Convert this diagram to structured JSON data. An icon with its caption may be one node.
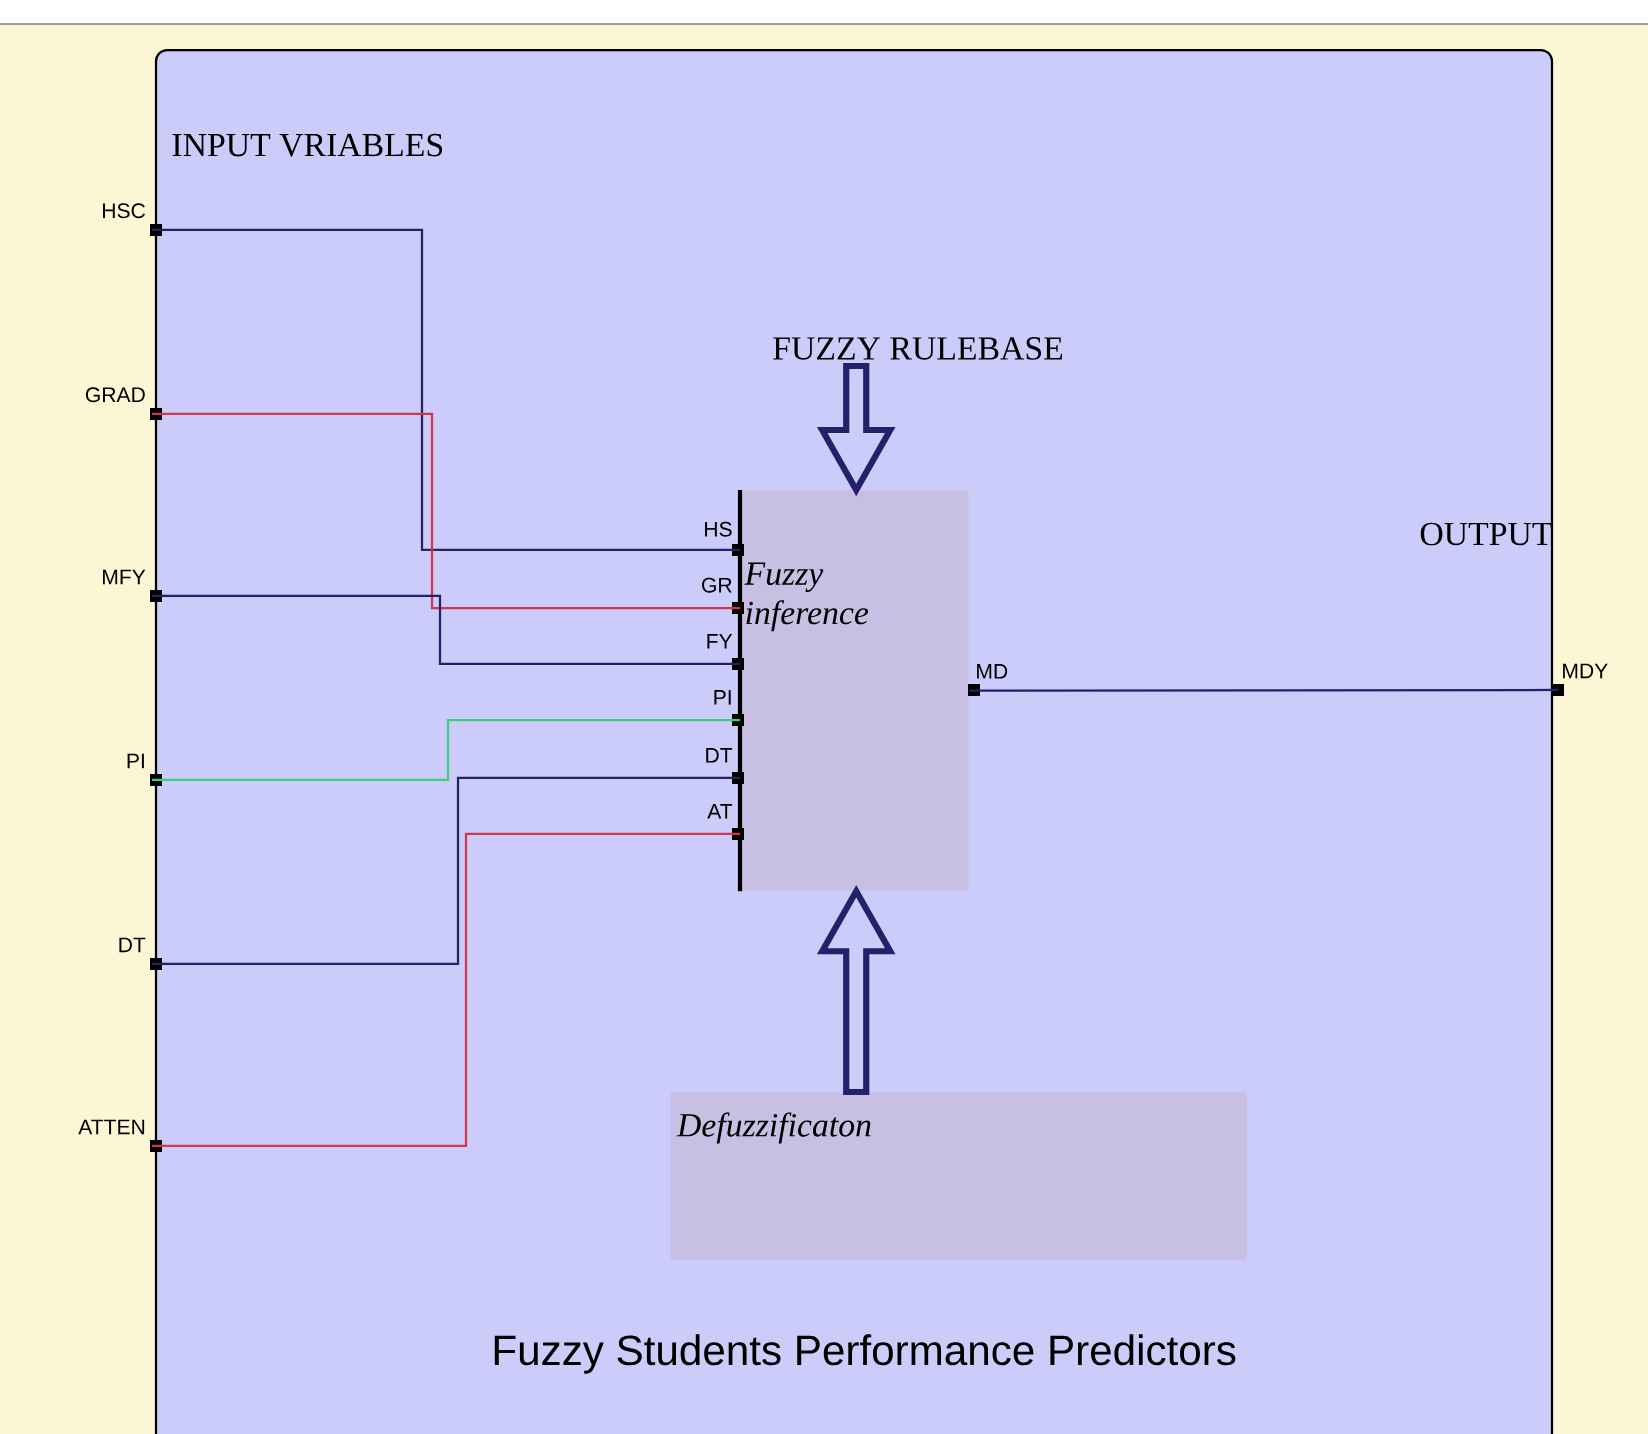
{
  "diagram": {
    "nodes": [
      {
        "text": [
          "HSC"
        ]
      },
      {
        "text": [
          "GRAD"
        ]
      },
      {
        "text": [
          "MFY"
        ]
      },
      {
        "text": [
          "PI"
        ]
      },
      {
        "text": [
          "DT"
        ]
      },
      {
        "text": [
          "ATTEN"
        ]
      },
      {
        "text": [
          "Fuzzy inference"
        ]
      },
      {
        "text": [
          "FUZZY RULEBASE"
        ]
      },
      {
        "text": [
          "Defuzzificaton"
        ]
      },
      {
        "text": [
          "MDY"
        ]
      }
    ],
    "edges": [
      {
        "from": 0,
        "to": 6,
        "arrow": "none"
      },
      {
        "from": 1,
        "to": 6,
        "arrow": "none",
        "color": "#d03848"
      },
      {
        "from": 2,
        "to": 6,
        "arrow": "none"
      },
      {
        "from": 3,
        "to": 6,
        "arrow": "none",
        "color": "#3ccf7a"
      },
      {
        "from": 4,
        "to": 6,
        "arrow": "none"
      },
      {
        "from": 5,
        "to": 6,
        "arrow": "none",
        "color": "#d03848"
      },
      {
        "from": 6,
        "to": 9,
        "arrow": "none"
      },
      {
        "from": 7,
        "to": 6,
        "arrow": "to",
        "style": "thick"
      },
      {
        "from": 8,
        "to": 6,
        "arrow": "to",
        "style": "thick"
      }
    ],
    "labels": [
      "INPUT VRIABLES",
      "HS",
      "GR",
      "FY",
      "PI",
      "DT",
      "AT",
      "MD",
      "OUTPUT",
      "Fuzzy Students Performance Predictors"
    ]
  }
}
